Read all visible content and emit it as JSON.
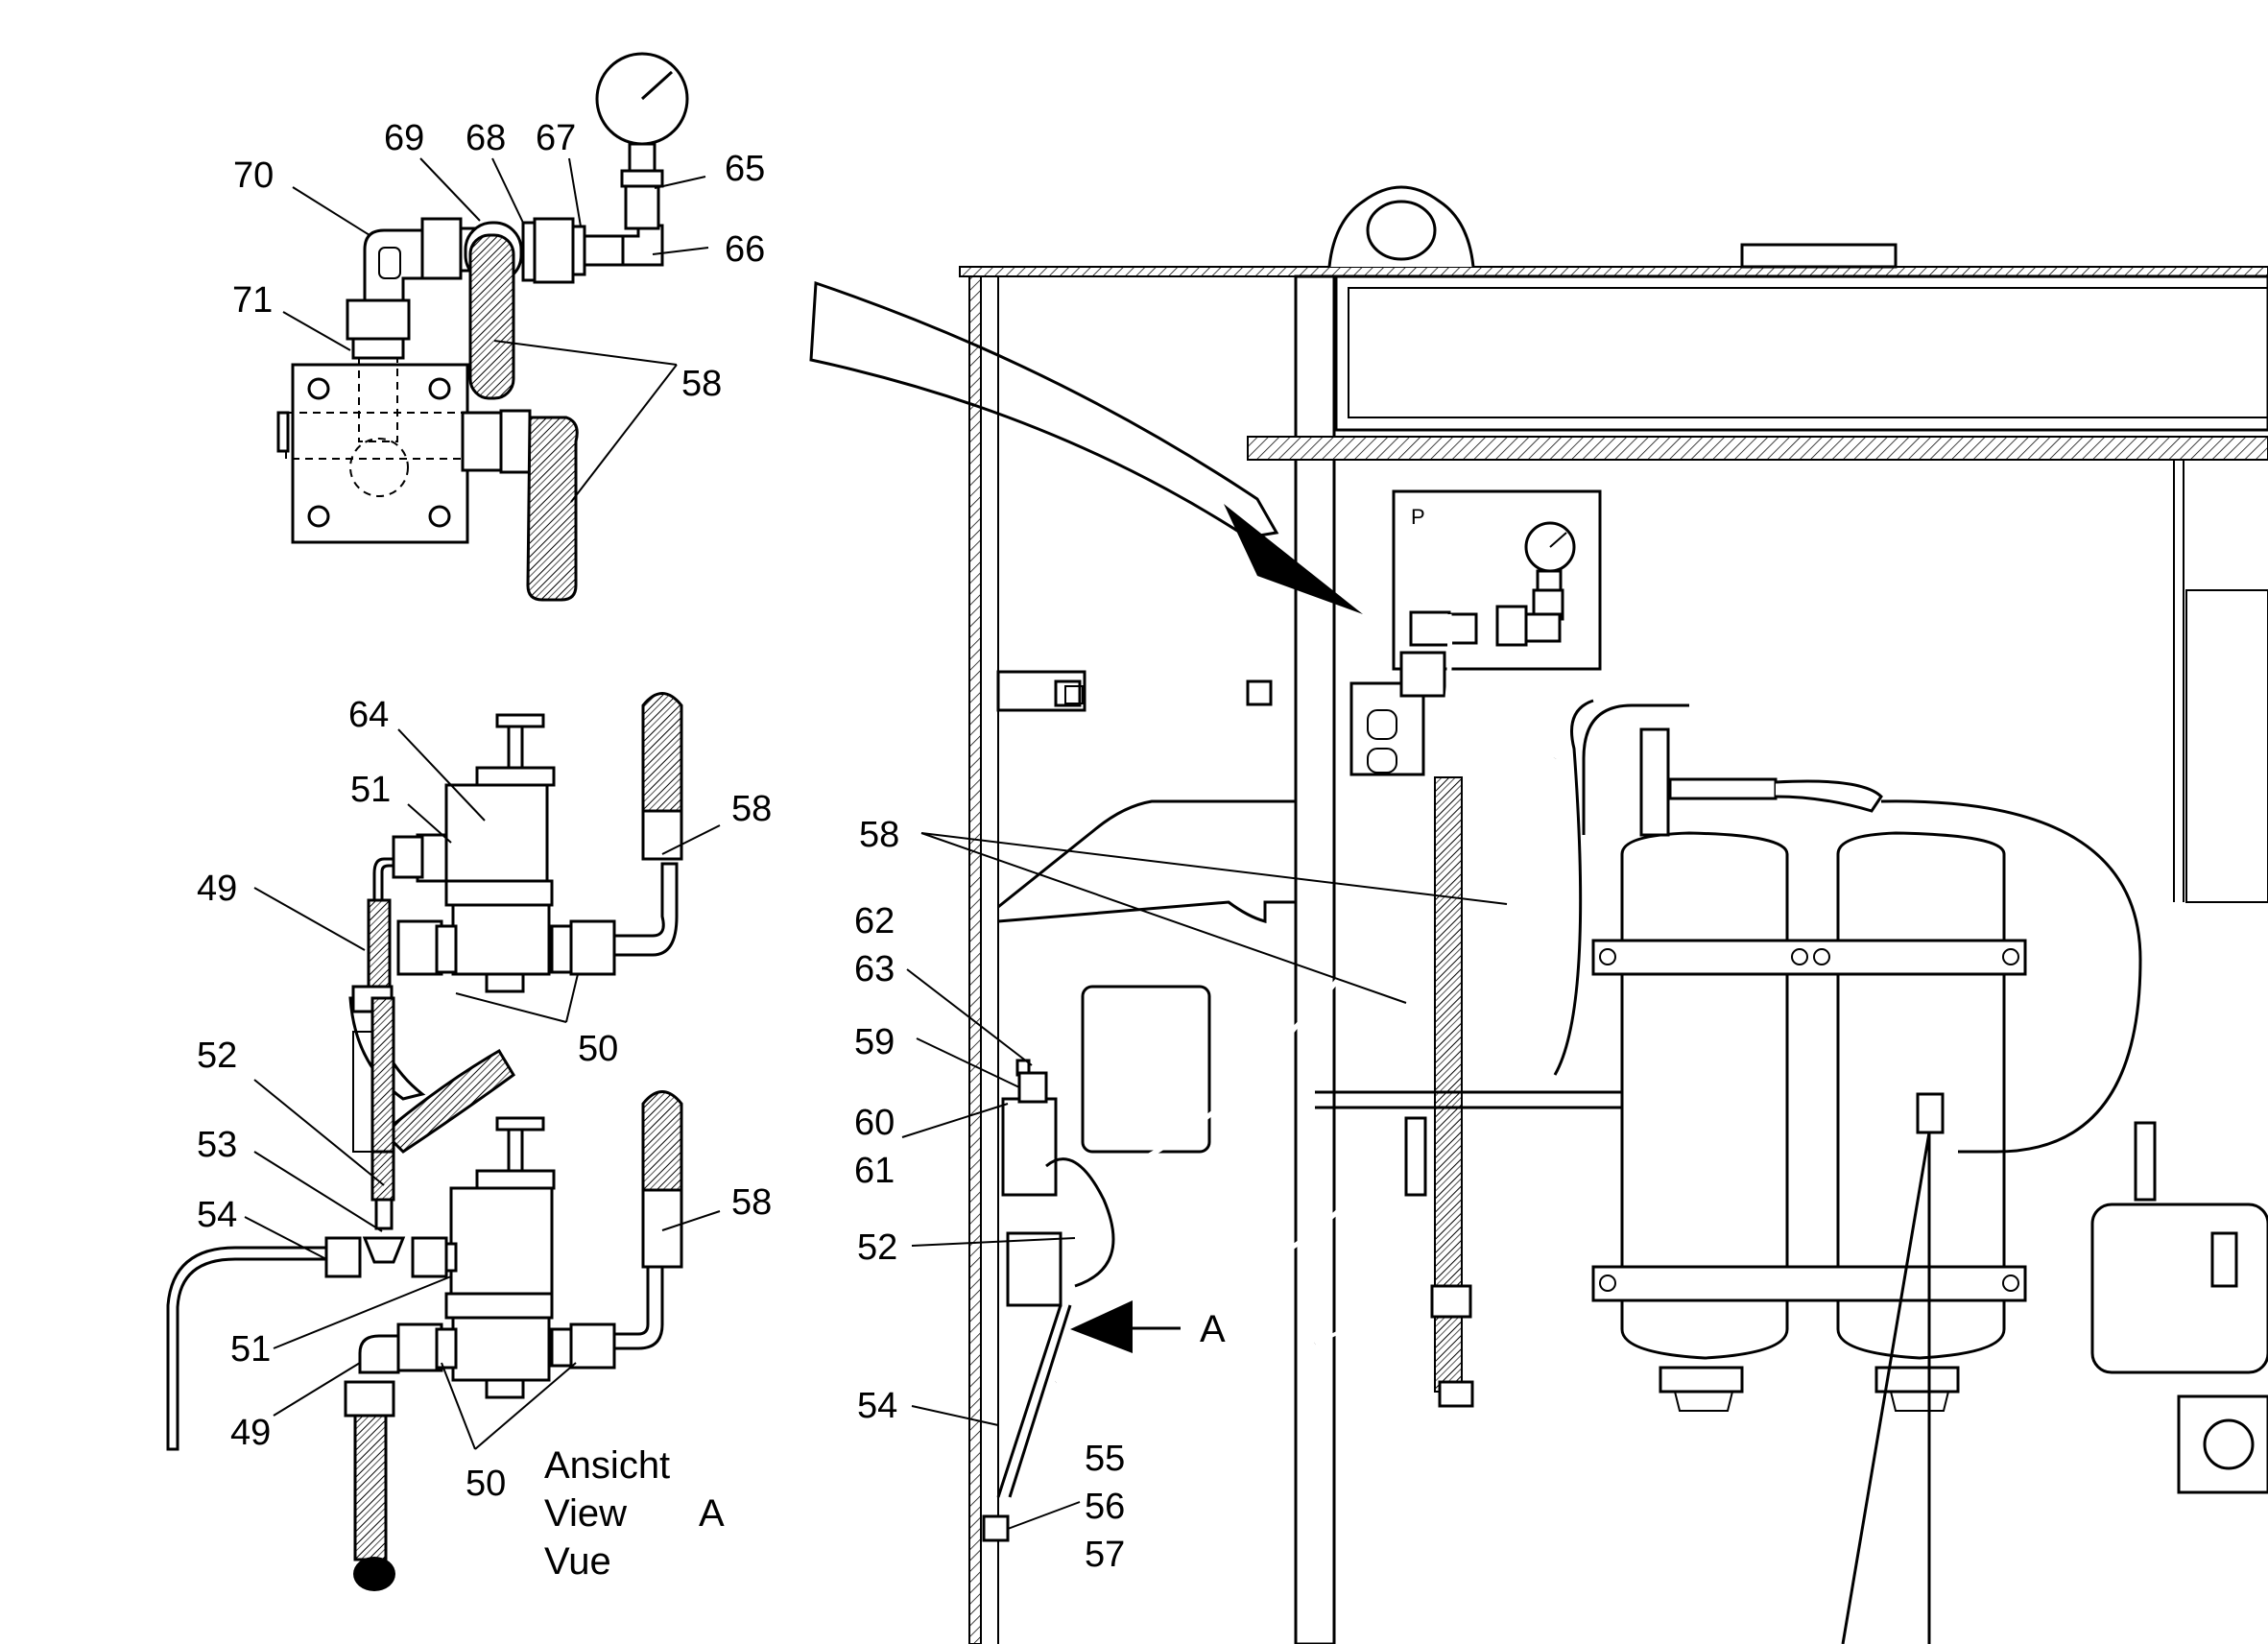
{
  "figure": {
    "view_caption": {
      "line1": "Ansicht",
      "line2": "View",
      "line3": "Vue",
      "view_letter": "A"
    },
    "gauge_label": "P",
    "arrow_letter": "A"
  },
  "callouts": {
    "c70": "70",
    "c69": "69",
    "c68": "68",
    "c67": "67",
    "c65": "65",
    "c66": "66",
    "c71": "71",
    "c58a": "58",
    "c64": "64",
    "c51a": "51",
    "c49a": "49",
    "c58b": "58",
    "c50a": "50",
    "c52a": "52",
    "c53": "53",
    "c54a": "54",
    "c58c": "58",
    "c51b": "51",
    "c49b": "49",
    "c50b": "50",
    "c58d": "58",
    "c62": "62",
    "c63": "63",
    "c59": "59",
    "c60": "60",
    "c61": "61",
    "c52b": "52",
    "c54b": "54",
    "c55": "55",
    "c56": "56",
    "c57": "57"
  }
}
